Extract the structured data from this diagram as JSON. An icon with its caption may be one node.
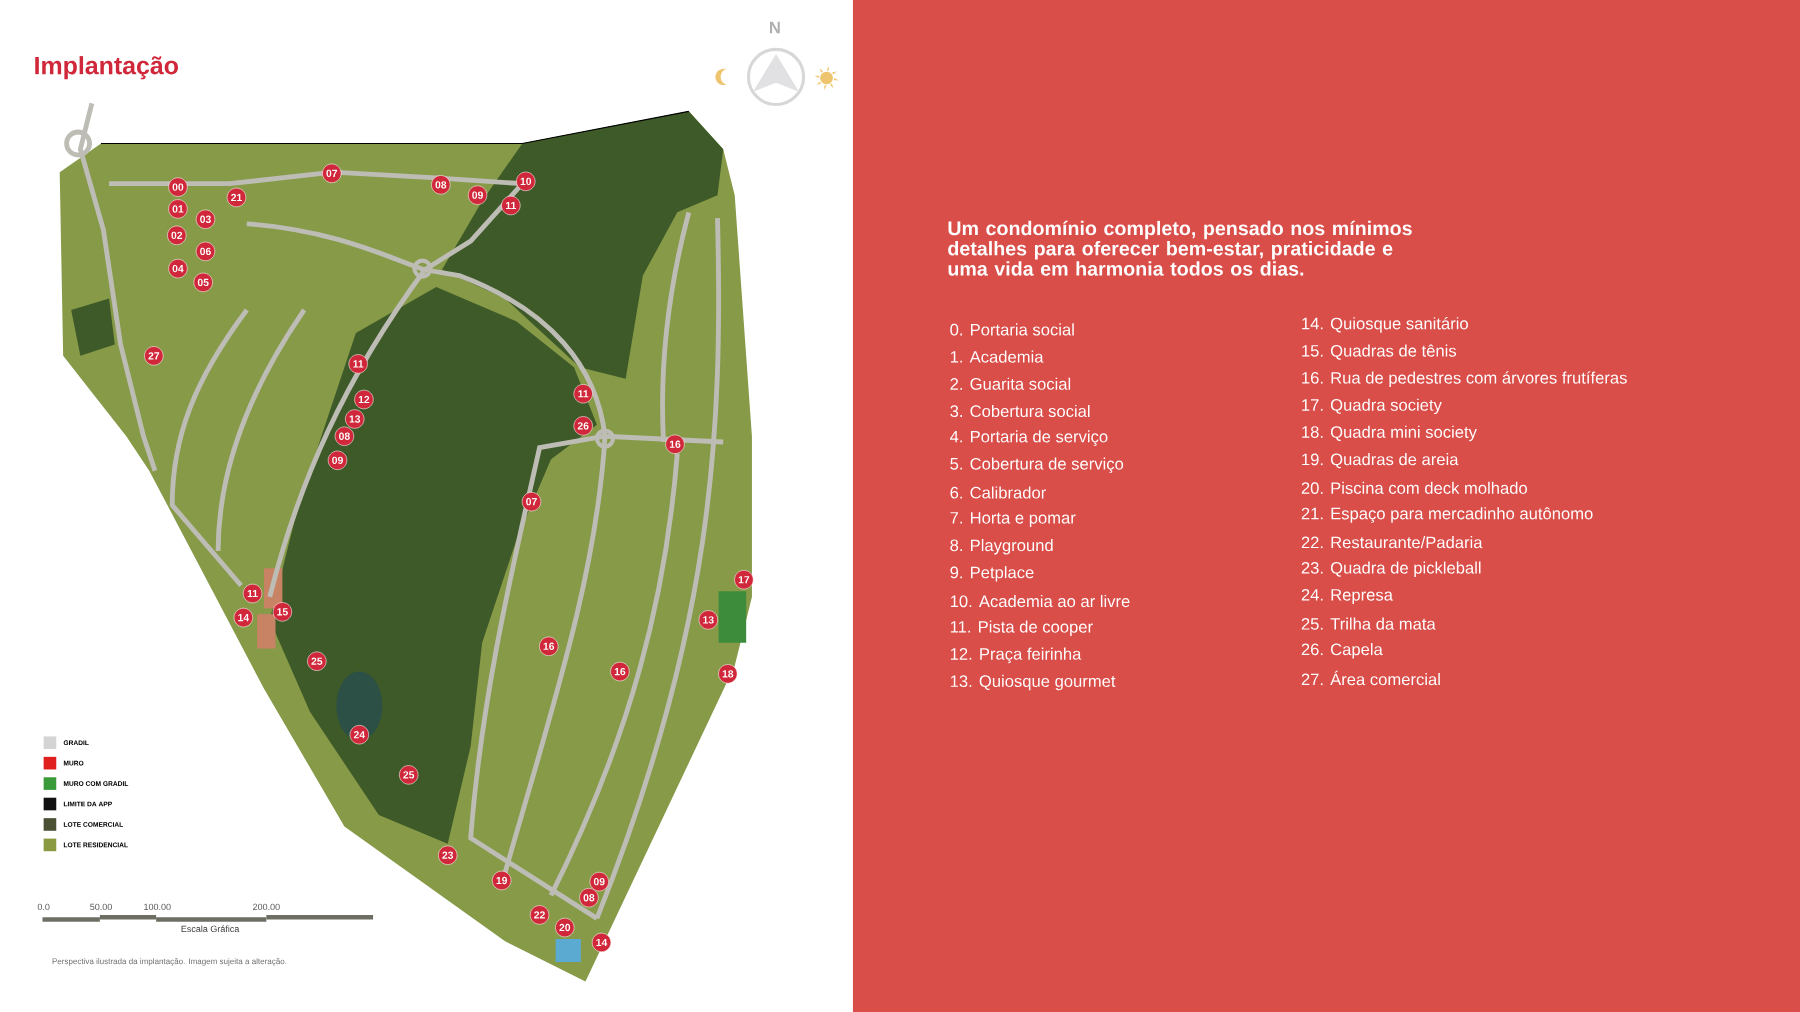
{
  "diagram": {
    "title": "Implantação",
    "labels": [
      "N",
      "07",
      "08",
      "10",
      "00",
      "09",
      "21",
      "11",
      "01",
      "03",
      "02",
      "06",
      "04",
      "05",
      "27",
      "11",
      "12",
      "11",
      "13",
      "26",
      "08",
      "16",
      "09",
      "07",
      "17",
      "11",
      "15",
      "13",
      "14",
      "16",
      "25",
      "16",
      "18",
      "24",
      "25",
      "23",
      "19",
      "09",
      "08",
      "22",
      "20",
      "14",
      "0.0",
      "50.00",
      "100.00",
      "200.00",
      "Escala Gráfica",
      "Perspectiva ilustrada da implantação. Imagem sujeita a alteração.",
      "Um condomínio completo, pensado nos mínimos detalhes para oferecer bem-estar, praticidade e uma vida em harmonia todos os dias.",
      "0. Portaria social",
      "1. Academia",
      "2. Guarita social",
      "3. Cobertura social",
      "4. Portaria de serviço",
      "5. Cobertura de serviço",
      "6. Calibrador",
      "7. Horta e pomar",
      "8. Playground",
      "9. Petplace",
      "10. Academia ao ar livre",
      "11. Pista de cooper",
      "12. Praça feirinha",
      "13. Quiosque gourmet",
      "14. Quiosque sanitário",
      "15. Quadras de tênis",
      "16. Rua de pedestres com árvores frutíferas",
      "17. Quadra society",
      "18. Quadra mini society",
      "19. Quadras de areia",
      "20. Piscina com deck molhado",
      "21. Espaço para mercadinho autônomo",
      "22. Restaurante/Padaria",
      "23. Quadra de pickleball",
      "24. Represa",
      "25. Trilha da mata",
      "26. Capela",
      "27. Área comercial"
    ],
    "legend": [
      {
        "text": "GRADIL",
        "color": "#d4d4d4"
      },
      {
        "text": "MURO",
        "color": "#e0201f"
      },
      {
        "text": "MURO COM GRADIL",
        "color": "#3a9a3a"
      },
      {
        "text": "LIMITE DA APP",
        "color": "#111111"
      },
      {
        "text": "LOTE COMERCIAL",
        "color": "#4a5034"
      },
      {
        "text": "LOTE RESIDENCIAL",
        "color": "#8a9a40"
      }
    ]
  }
}
